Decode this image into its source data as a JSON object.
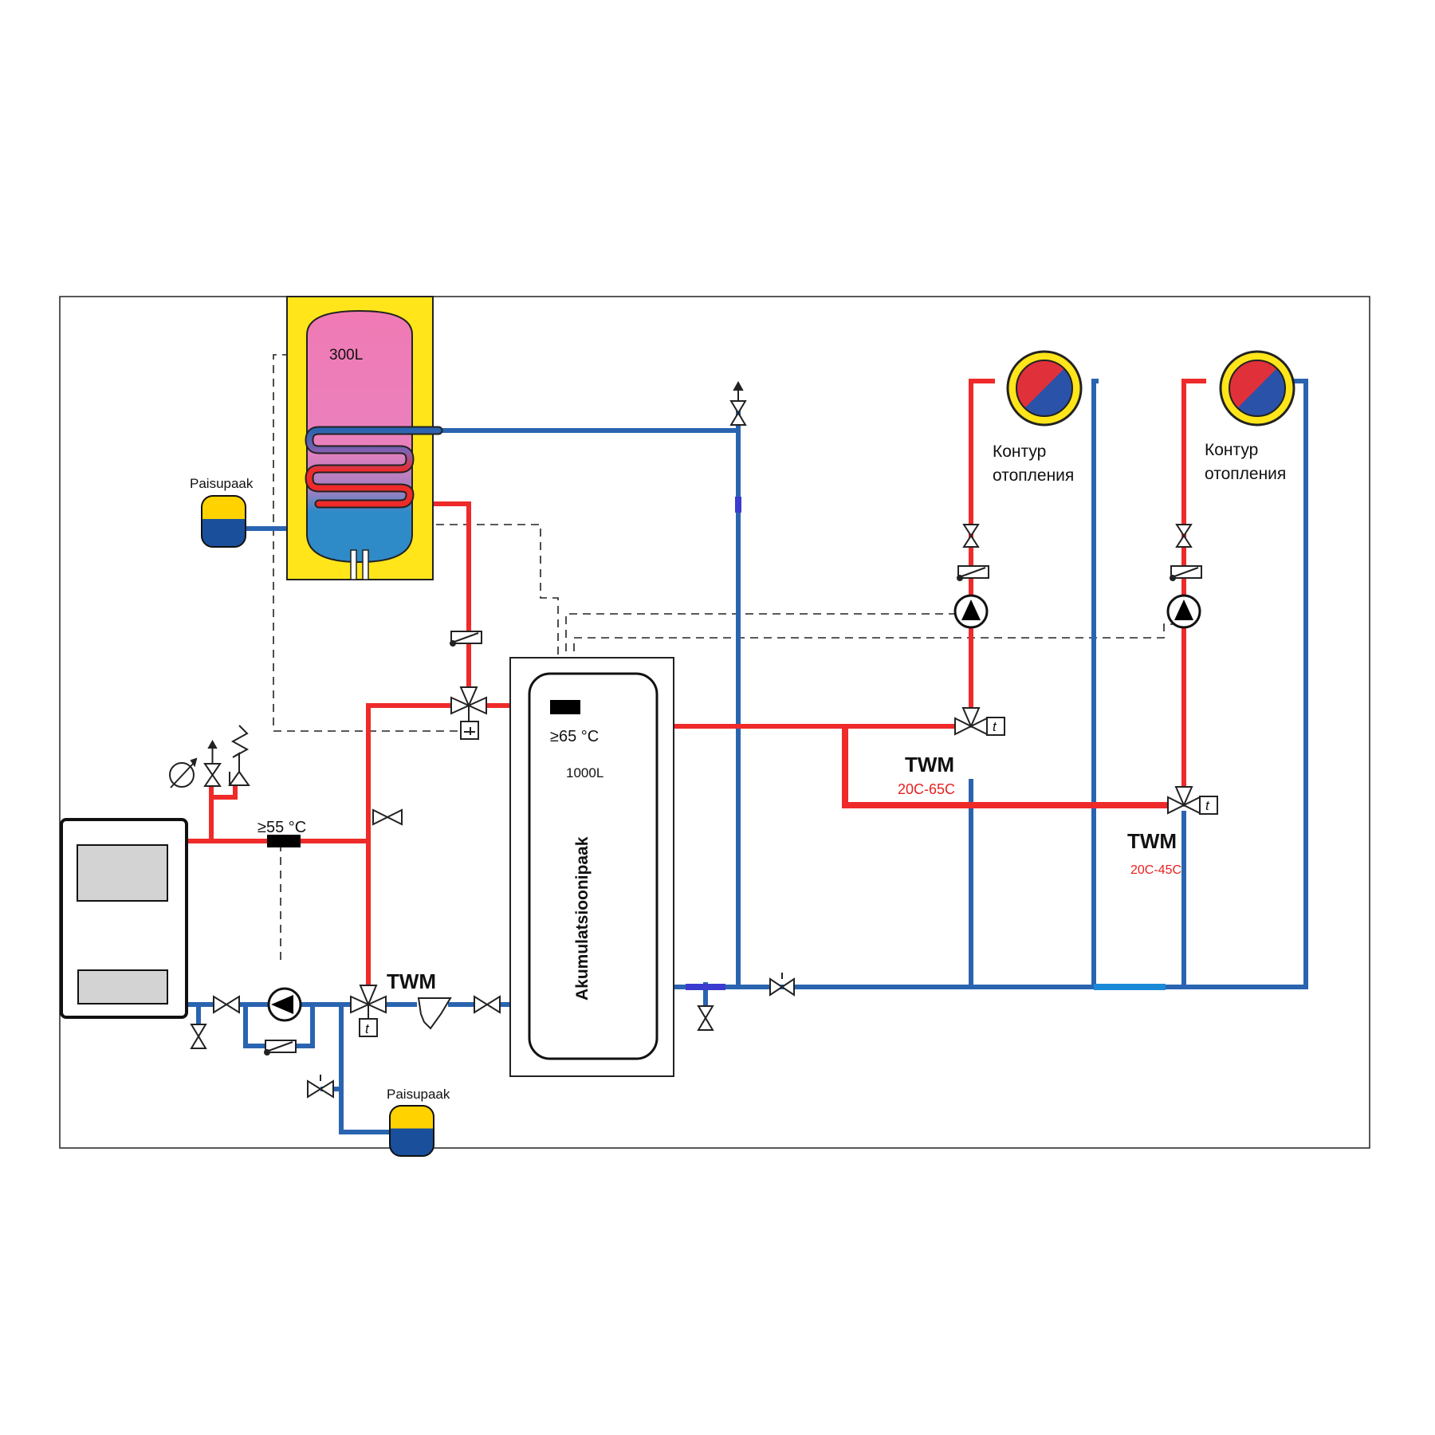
{
  "labels": {
    "dhw_tank_volume": "300L",
    "expansion_tank_top": "Paisupaak",
    "expansion_tank_bottom": "Paisupaak",
    "boiler_temp": "≥55 °C",
    "buffer_temp": "≥65 °C",
    "buffer_volume": "1000L",
    "buffer_name": "Akumulatsioonipaak",
    "twm_boiler": "TWM",
    "twm_circuit_1": "TWM",
    "twm_circuit_1_range": "20C-65C",
    "twm_circuit_2": "TWM",
    "twm_circuit_2_range": "20C-45C",
    "circuit_1_line1": "Контур",
    "circuit_1_line2": "отопления",
    "circuit_2_line1": "Контур",
    "circuit_2_line2": "отопления",
    "thermostat_symbol": "t"
  },
  "colors": {
    "supply": "#ee2a2a",
    "return": "#2a64b0",
    "tank_jacket": "#ffe51a",
    "dhw_hot": "#f07ab4",
    "dhw_cold": "#2f8ac8",
    "range_text": "#e82020"
  },
  "icons": [
    "boiler",
    "dhw-tank",
    "buffer-tank",
    "expansion-tank",
    "circulation-pump",
    "three-way-valve",
    "shutoff-valve",
    "strainer",
    "check-valve",
    "safety-valve",
    "air-vent",
    "manometer",
    "radiator",
    "sensor"
  ]
}
